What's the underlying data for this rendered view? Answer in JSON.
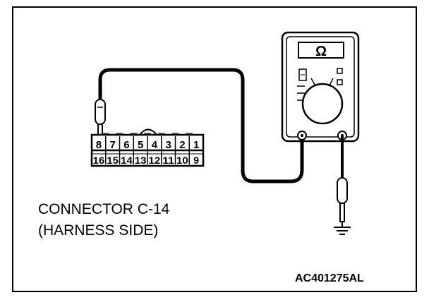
{
  "connector": {
    "label_line1": "CONNECTOR C-14",
    "label_line2": "(HARNESS SIDE)",
    "top_row_pins": [
      "8",
      "7",
      "6",
      "5",
      "4",
      "3",
      "2",
      "1"
    ],
    "bottom_row_pins": [
      "16",
      "15",
      "14",
      "13",
      "12",
      "11",
      "10",
      "9"
    ],
    "probed_pin": "8"
  },
  "meter": {
    "display_symbol": "Ω"
  },
  "figure_code": "AC401275AL",
  "colors": {
    "line": "#000000",
    "background": "#ffffff"
  }
}
